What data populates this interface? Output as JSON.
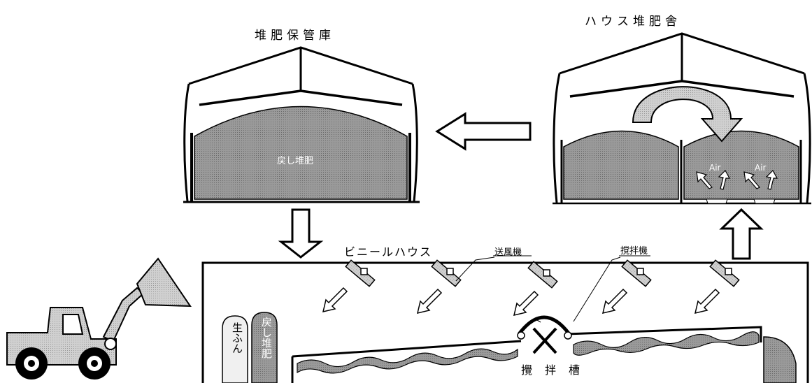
{
  "labels": {
    "storage_title": "堆肥保管庫",
    "house_title": "ハウス堆肥舎",
    "return_compost": "戻し堆肥",
    "air_1": "Air",
    "air_2": "Air",
    "vinyl_house": "ビニールハウス",
    "blower": "送風機",
    "mixer": "撹拌機",
    "mixing_tank": "攪拌槽",
    "raw_manure": "生ふん",
    "return_compost_pile": "戻し堆肥"
  },
  "colors": {
    "compost_fill": "#8c8c8c",
    "stroke": "#000000",
    "background": "#ffffff"
  }
}
